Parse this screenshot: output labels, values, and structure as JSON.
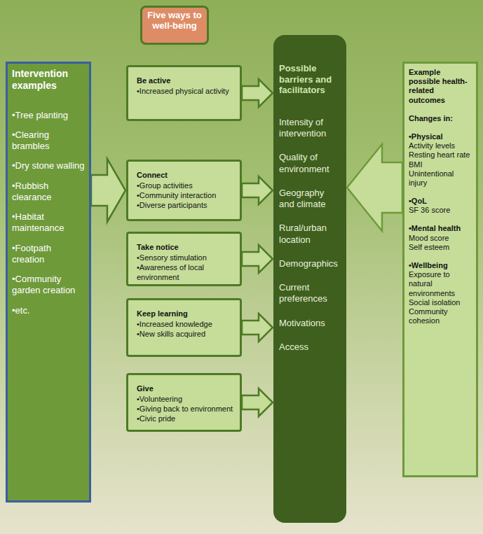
{
  "diagram": {
    "nodes": [
      {
        "text": [
          "Five ways to well-being"
        ]
      },
      {
        "text": [
          "Intervention examples",
          "•Tree planting",
          "•Clearing brambles",
          "•Dry stone walling",
          "•Rubbish clearance",
          "•Habitat maintenance",
          "•Footpath creation",
          "•Community garden creation",
          "•etc."
        ]
      },
      {
        "text": [
          "Be active",
          "•Increased physical activity"
        ]
      },
      {
        "text": [
          "Connect",
          "•Group activities",
          "•Community interaction",
          "•Diverse participants"
        ]
      },
      {
        "text": [
          "Take notice",
          "•Sensory stimulation",
          "•Awareness of local environment"
        ]
      },
      {
        "text": [
          "Keep learning",
          "•Increased knowledge",
          "•New skills acquired"
        ]
      },
      {
        "text": [
          "Give",
          "•Volunteering",
          "•Giving back to environment",
          "•Civic pride"
        ]
      },
      {
        "text": [
          "Possible barriers and facilitators",
          "Intensity of intervention",
          "Quality of environment",
          "Geography and climate",
          "Rural/urban location",
          "Demographics",
          "Current preferences",
          "Motivations",
          "Access"
        ]
      },
      {
        "text": [
          "Example possible health-related outcomes",
          "Changes in:",
          "•Physical",
          "Activity levels",
          "Resting heart rate",
          "BMI",
          "Unintentional injury",
          "•QoL",
          "SF 36 score",
          "•Mental health",
          "Mood score",
          "Self esteem",
          "•Wellbeing",
          "Exposure to natural environments",
          "Social isolation",
          "Community cohesion"
        ]
      }
    ],
    "edges": [
      {
        "from": 1,
        "to": 3,
        "arrow": "to"
      },
      {
        "from": 2,
        "to": 7,
        "arrow": "to"
      },
      {
        "from": 3,
        "to": 7,
        "arrow": "to"
      },
      {
        "from": 4,
        "to": 7,
        "arrow": "to"
      },
      {
        "from": 5,
        "to": 7,
        "arrow": "to"
      },
      {
        "from": 6,
        "to": 7,
        "arrow": "to"
      },
      {
        "from": 8,
        "to": 7,
        "arrow": "to"
      }
    ]
  }
}
